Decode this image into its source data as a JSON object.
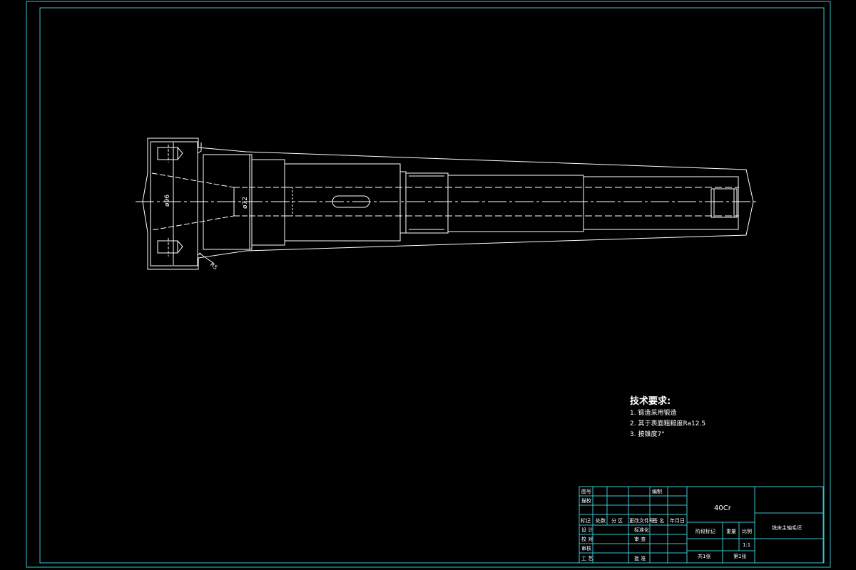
{
  "drawing": {
    "dimensions": {
      "d96": "ø96",
      "d72": "ø72",
      "r5": "R5"
    },
    "tech_requirements": {
      "title": "技术要求:",
      "items": [
        "1. 锻造采用锻造",
        "2. 其于表面粗糙度Ra12.5",
        "3. 按锥度7°"
      ]
    },
    "title_block": {
      "material": "40Cr",
      "part_name": "铣床主轴毛坯",
      "scale": "1:1",
      "sheets_total": "共1张",
      "sheet_no": "第1张",
      "labels": {
        "drawing_no": "图号",
        "drawn": "描校",
        "check": "审核",
        "marks": "标记",
        "count": "处数",
        "zone": "分 区",
        "change_doc": "更改文件号",
        "sign": "签 名",
        "date": "年月日",
        "design": "设 计",
        "standardize": "标准化",
        "proof": "校 对",
        "review": "审 查",
        "audit": "审 核",
        "process": "工 艺",
        "approve": "批 准",
        "stage_mark": "阶段标记",
        "weight": "重量",
        "ratio": "比例",
        "model": "编制"
      }
    }
  }
}
